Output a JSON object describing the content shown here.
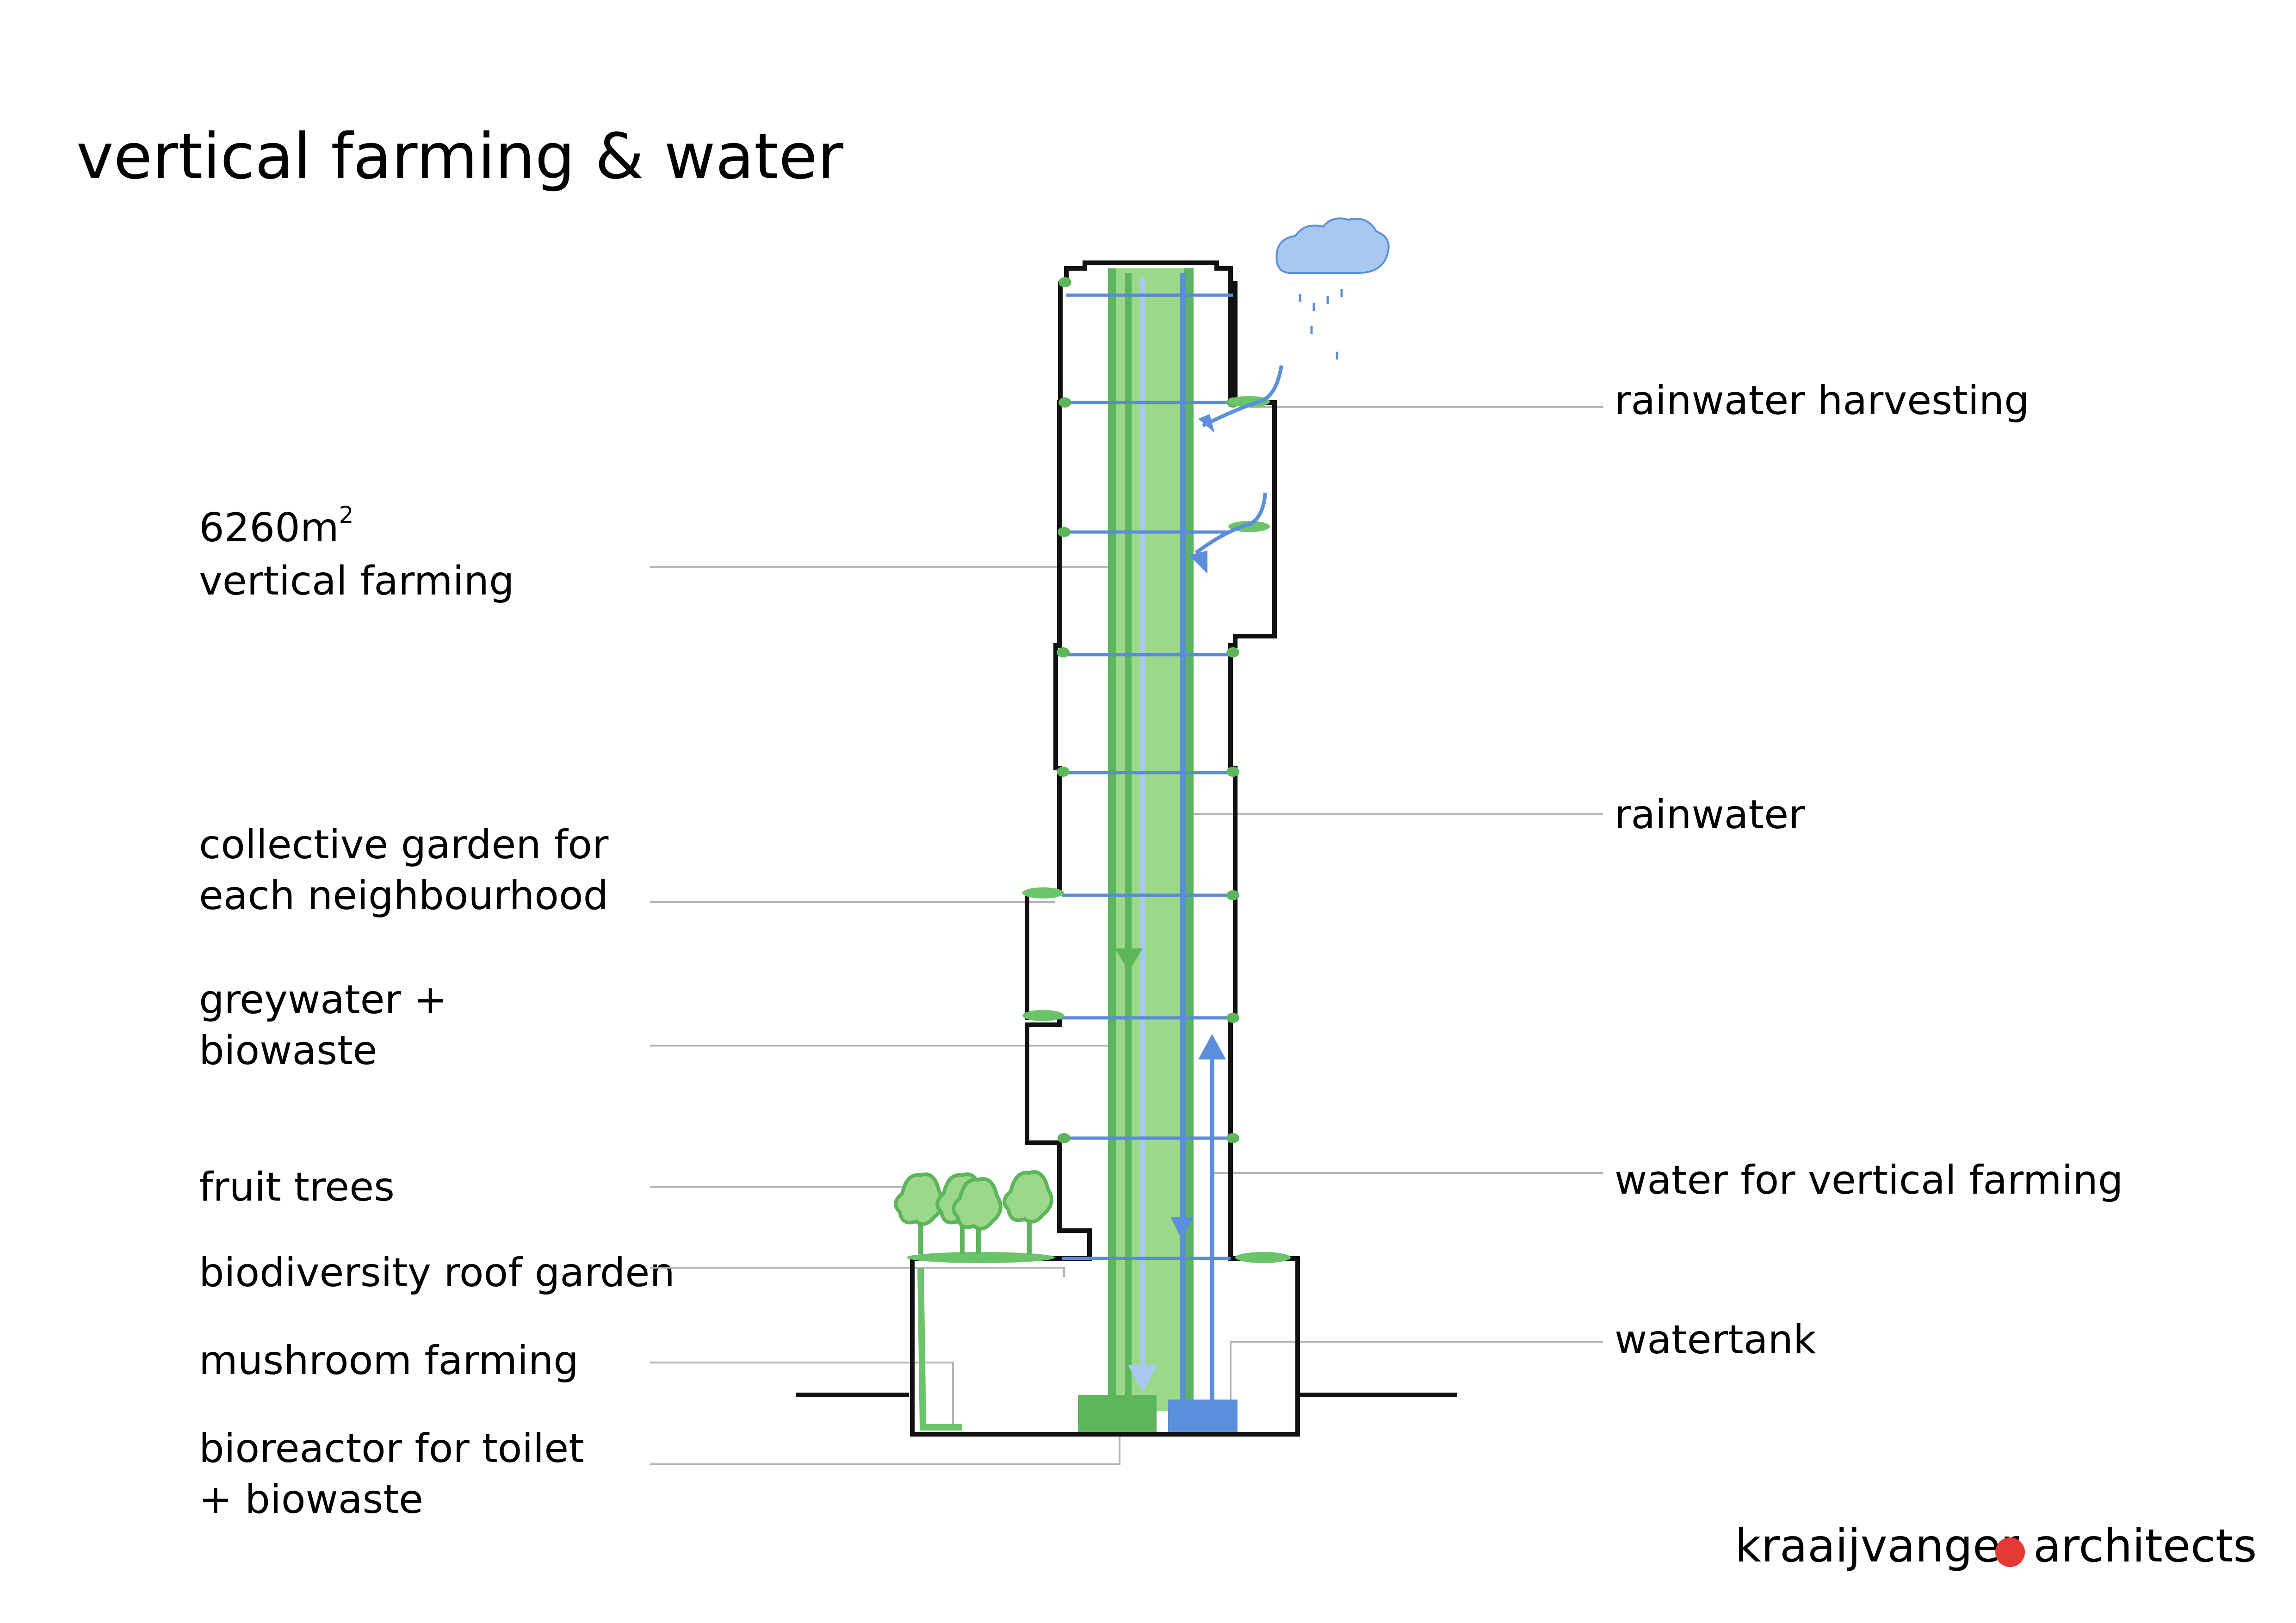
{
  "title": "vertical farming & water",
  "labels_left": {
    "vertical_farming_area": "6260m",
    "vertical_farming_area_sup": "2",
    "vertical_farming": "vertical farming",
    "collective_garden_1": "collective garden for",
    "collective_garden_2": "each neighbourhood",
    "greywater_1": "greywater +",
    "greywater_2": "biowaste",
    "fruit_trees": "fruit trees",
    "roof_garden": "biodiversity roof garden",
    "mushroom": "mushroom farming",
    "bioreactor_1": "bioreactor for toilet",
    "bioreactor_2": "+ biowaste"
  },
  "labels_right": {
    "rainwater_harvesting": "rainwater harvesting",
    "rainwater": "rainwater",
    "water_vertical_farming": "water for vertical farming",
    "watertank": "watertank"
  },
  "brand": {
    "name": "kraaijvanger",
    "suffix": "architects",
    "dot_color": "#e53935"
  },
  "colors": {
    "farming_green": "#9bd88a",
    "pipe_green": "#5db65b",
    "water_blue": "#5b8fdc",
    "light_blue": "#a9c8f0",
    "cloud": "#a9c8f0"
  },
  "icons": [
    "cloud-icon",
    "rain-drops-icon",
    "fruit-tree-icon",
    "arrow-down-icon",
    "arrow-up-icon"
  ]
}
